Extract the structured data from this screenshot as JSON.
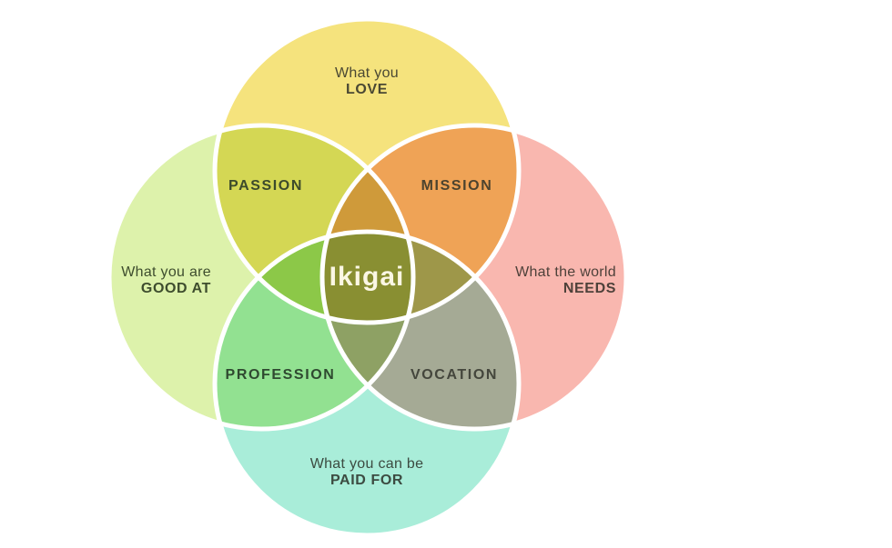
{
  "canvas": {
    "background": "#FFFFFF",
    "circle_outline_color": "#FFFFFF",
    "circle_outline_width": 5
  },
  "center": {
    "label": "Ikigai",
    "text_color": "#FBF7E4",
    "observed_fill": "#8A9B3E"
  },
  "circles": {
    "love": {
      "line1": "What you",
      "line2": "LOVE",
      "fill": "#F5E37D",
      "text_color": "#4A4833"
    },
    "good_at": {
      "line1": "What you are",
      "line2": "GOOD AT",
      "fill": "#DDF2AB",
      "text_color": "#3E4D2E"
    },
    "needs": {
      "line1": "What the world",
      "line2": "NEEDS",
      "fill": "#F9B7AF",
      "text_color": "#4E413A"
    },
    "paid_for": {
      "line1": "What you can be",
      "line2": "PAID FOR",
      "fill": "#A9EDD9",
      "text_color": "#3C4B41"
    }
  },
  "overlaps": {
    "passion": {
      "label": "PASSION",
      "text_color": "#3C4A2B",
      "observed_fill": "#C9D45A"
    },
    "mission": {
      "label": "MISSION",
      "text_color": "#4C432E",
      "observed_fill": "#EEA255"
    },
    "profession": {
      "label": "PROFESSION",
      "text_color": "#2F4930",
      "observed_fill": "#92E092"
    },
    "vocation": {
      "label": "VOCATION",
      "text_color": "#44463C",
      "observed_fill": "#A5AA95"
    },
    "love_goodat_needs": {
      "observed_fill": "#CE9939"
    },
    "love_goodat_paidfor": {
      "observed_fill": "#8DC446"
    },
    "love_needs_paidfor": {
      "observed_fill": "#9E9548"
    },
    "goodat_needs_paidfor": {
      "observed_fill": "#8FA065"
    }
  }
}
